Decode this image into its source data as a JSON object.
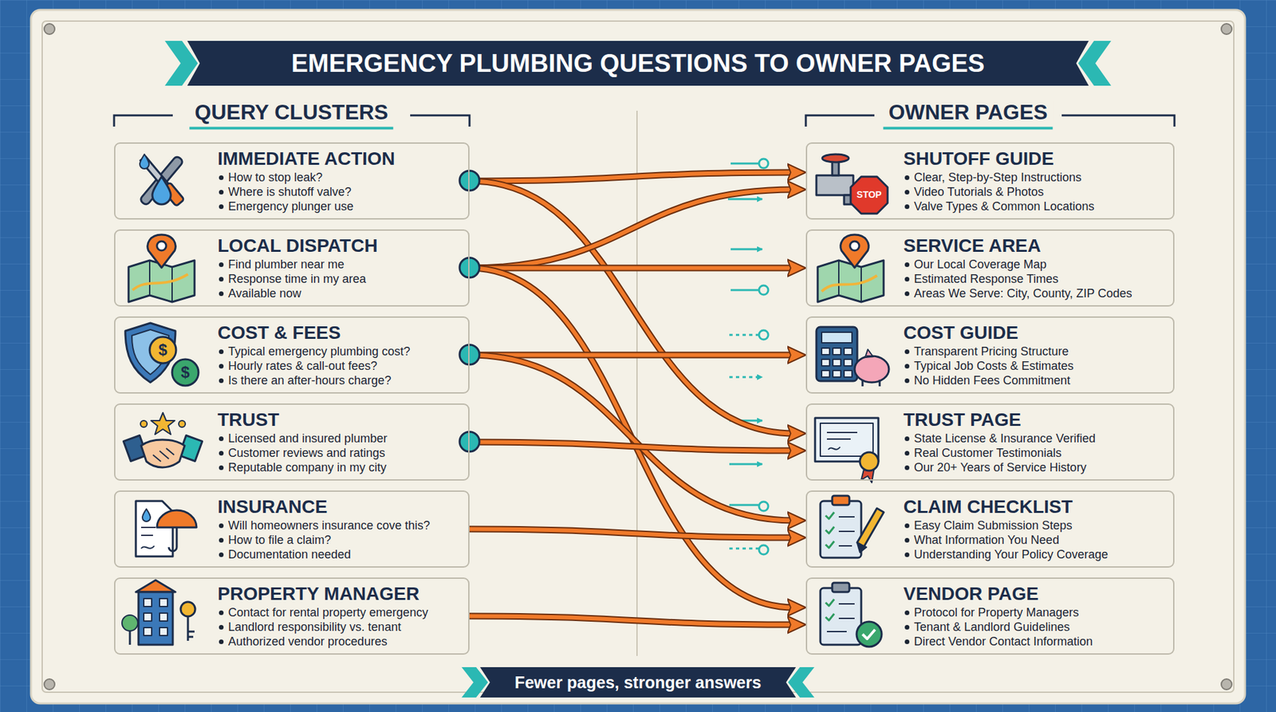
{
  "diagram": {
    "title": "EMERGENCY PLUMBING QUESTIONS TO OWNER PAGES",
    "caption": "Fewer pages, stronger answers",
    "nodes": [
      {
        "text": [
          "IMMEDIATE ACTION",
          "How to stop leak?",
          "Where is shutoff valve?",
          "Emergency plunger use"
        ]
      },
      {
        "text": [
          "LOCAL DISPATCH",
          "Find plumber near me",
          "Response time in my area",
          "Available now"
        ]
      },
      {
        "text": [
          "COST & FEES",
          "Typical emergency plumbing cost?",
          "Hourly rates & call-out fees?",
          "Is there an after-hours charge?"
        ]
      },
      {
        "text": [
          "TRUST",
          "Licensed and insured plumber",
          "Customer reviews and ratings",
          "Reputable company in my city"
        ]
      },
      {
        "text": [
          "INSURANCE",
          "Will homeowners insurance cove this?",
          "How to file a claim?",
          "Documentation needed"
        ]
      },
      {
        "text": [
          "PROPERTY MANAGER",
          "Contact for rental property emergency",
          "Landlord responsibility vs. tenant",
          "Authorized vendor procedures"
        ]
      },
      {
        "text": [
          "SHUTOFF GUIDE",
          "Clear, Step-by-Step Instructions",
          "Video Tutorials & Photos",
          "Valve Types & Common Locations"
        ]
      },
      {
        "text": [
          "SERVICE AREA",
          "Our Local Coverage Map",
          "Estimated Response Times",
          "Areas We Serve: City, County, ZIP Codes"
        ]
      },
      {
        "text": [
          "COST GUIDE",
          "Transparent Pricing Structure",
          "Typical Job Costs & Estimates",
          "No Hidden Fees Commitment"
        ]
      },
      {
        "text": [
          "TRUST PAGE",
          "State License & Insurance Verified",
          "Real Customer Testimonials",
          "Our 20+ Years of Service History"
        ]
      },
      {
        "text": [
          "CLAIM CHECKLIST",
          "Easy Claim Submission Steps",
          "What Information You Need",
          "Understanding Your Policy Coverage"
        ]
      },
      {
        "text": [
          "VENDOR PAGE",
          "Protocol for Property Managers",
          "Tenant & Landlord Guidelines",
          "Direct Vendor Contact Information"
        ]
      }
    ],
    "edges": [
      {
        "from": 0,
        "to": 6,
        "arrow": "to"
      },
      {
        "from": 0,
        "to": 9,
        "arrow": "to"
      },
      {
        "from": 1,
        "to": 6,
        "arrow": "to"
      },
      {
        "from": 1,
        "to": 7,
        "arrow": "to"
      },
      {
        "from": 1,
        "to": 11,
        "arrow": "to"
      },
      {
        "from": 2,
        "to": 8,
        "arrow": "to"
      },
      {
        "from": 2,
        "to": 10,
        "arrow": "to"
      },
      {
        "from": 3,
        "to": 9,
        "arrow": "to"
      },
      {
        "from": 4,
        "to": 10,
        "arrow": "to"
      },
      {
        "from": 5,
        "to": 11,
        "arrow": "to"
      }
    ],
    "labels": [
      "QUERY CLUSTERS",
      "OWNER PAGES",
      "STOP",
      "$",
      "$"
    ]
  }
}
